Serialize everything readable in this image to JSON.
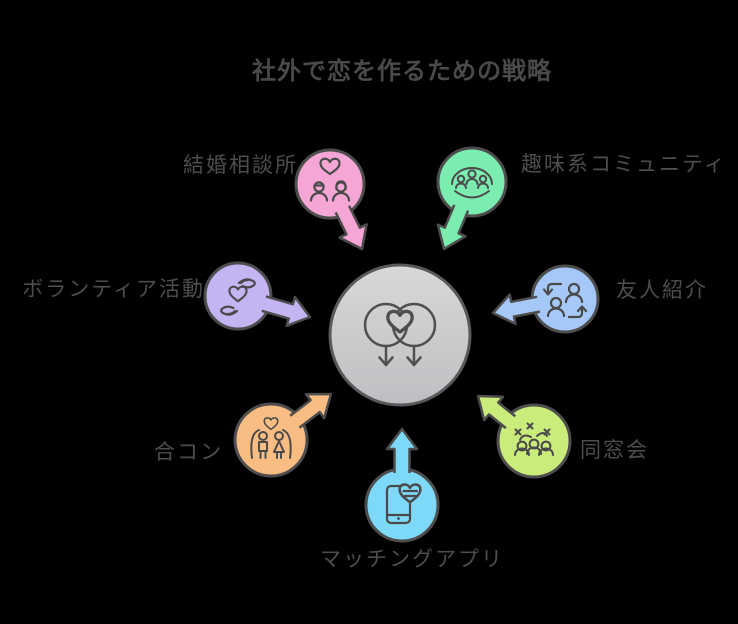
{
  "title": "社外で恋を作るための戦略",
  "colors": {
    "background": "#000000",
    "title_text": "#4a4a4a",
    "label_text": "#4d4d4d",
    "outline": "#4d4d4d",
    "center_outline": "#58595b"
  },
  "center": {
    "icon": "linked-gender-hearts-icon",
    "fill_top": "#d8d8d8",
    "fill_bottom": "#bfbfc3",
    "heart_fill": "#cdcdcd"
  },
  "nodes": [
    {
      "label": "結婚相談所",
      "color": "#f6a6d5",
      "icon": "couple-heart-icon",
      "position": "top-left"
    },
    {
      "label": "趣味系コミュニティ",
      "color": "#7bedb0",
      "icon": "community-group-icon",
      "position": "top-right"
    },
    {
      "label": "友人紹介",
      "color": "#a5c8f8",
      "icon": "friend-exchange-icon",
      "position": "right"
    },
    {
      "label": "同窓会",
      "color": "#c9ec7a",
      "icon": "reunion-celebration-icon",
      "position": "bottom-right"
    },
    {
      "label": "マッチングアプリ",
      "color": "#7ed8f8",
      "icon": "smartphone-heart-icon",
      "position": "bottom"
    },
    {
      "label": "合コン",
      "color": "#f9bd83",
      "icon": "man-woman-heart-icon",
      "position": "bottom-left"
    },
    {
      "label": "ボランティア活動",
      "color": "#c4b4f2",
      "icon": "hands-heart-icon",
      "position": "left"
    }
  ]
}
